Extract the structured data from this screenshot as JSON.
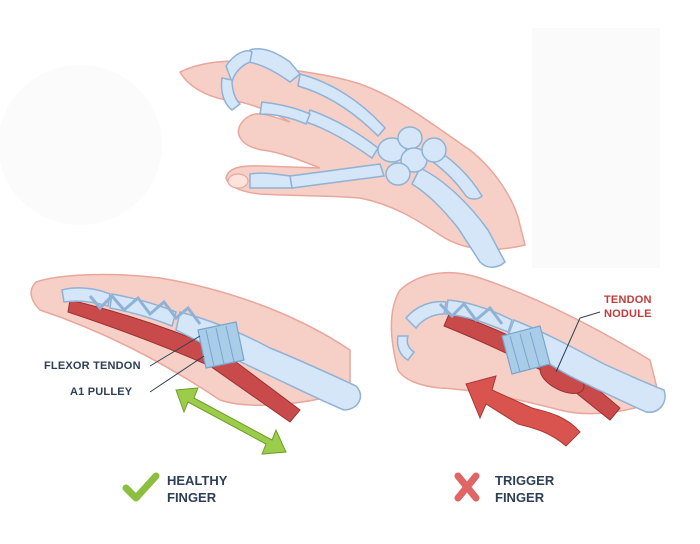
{
  "labels": {
    "flexor_tendon": "FLEXOR TENDON",
    "a1_pulley": "A1 PULLEY",
    "tendon_nodule_line1": "TENDON",
    "tendon_nodule_line2": "NODULE"
  },
  "status": {
    "healthy": {
      "line1": "HEALTHY",
      "line2": "FINGER",
      "icon": "check-icon",
      "color": "#8cbf3f"
    },
    "trigger": {
      "line1": "TRIGGER",
      "line2": "FINGER",
      "icon": "cross-icon",
      "color": "#e06666"
    }
  },
  "colors": {
    "skin": "#f6cfc6",
    "skin_outline": "#e8a79c",
    "bone": "#d4e6f7",
    "bone_outline": "#8fb2d6",
    "tendon": "#c94a4a",
    "pulley": "#a9cde9",
    "label_dark": "#2d3e57",
    "label_red": "#c23a3a",
    "arrow_green": "#9bcc4a",
    "arrow_red": "#d9534f"
  }
}
